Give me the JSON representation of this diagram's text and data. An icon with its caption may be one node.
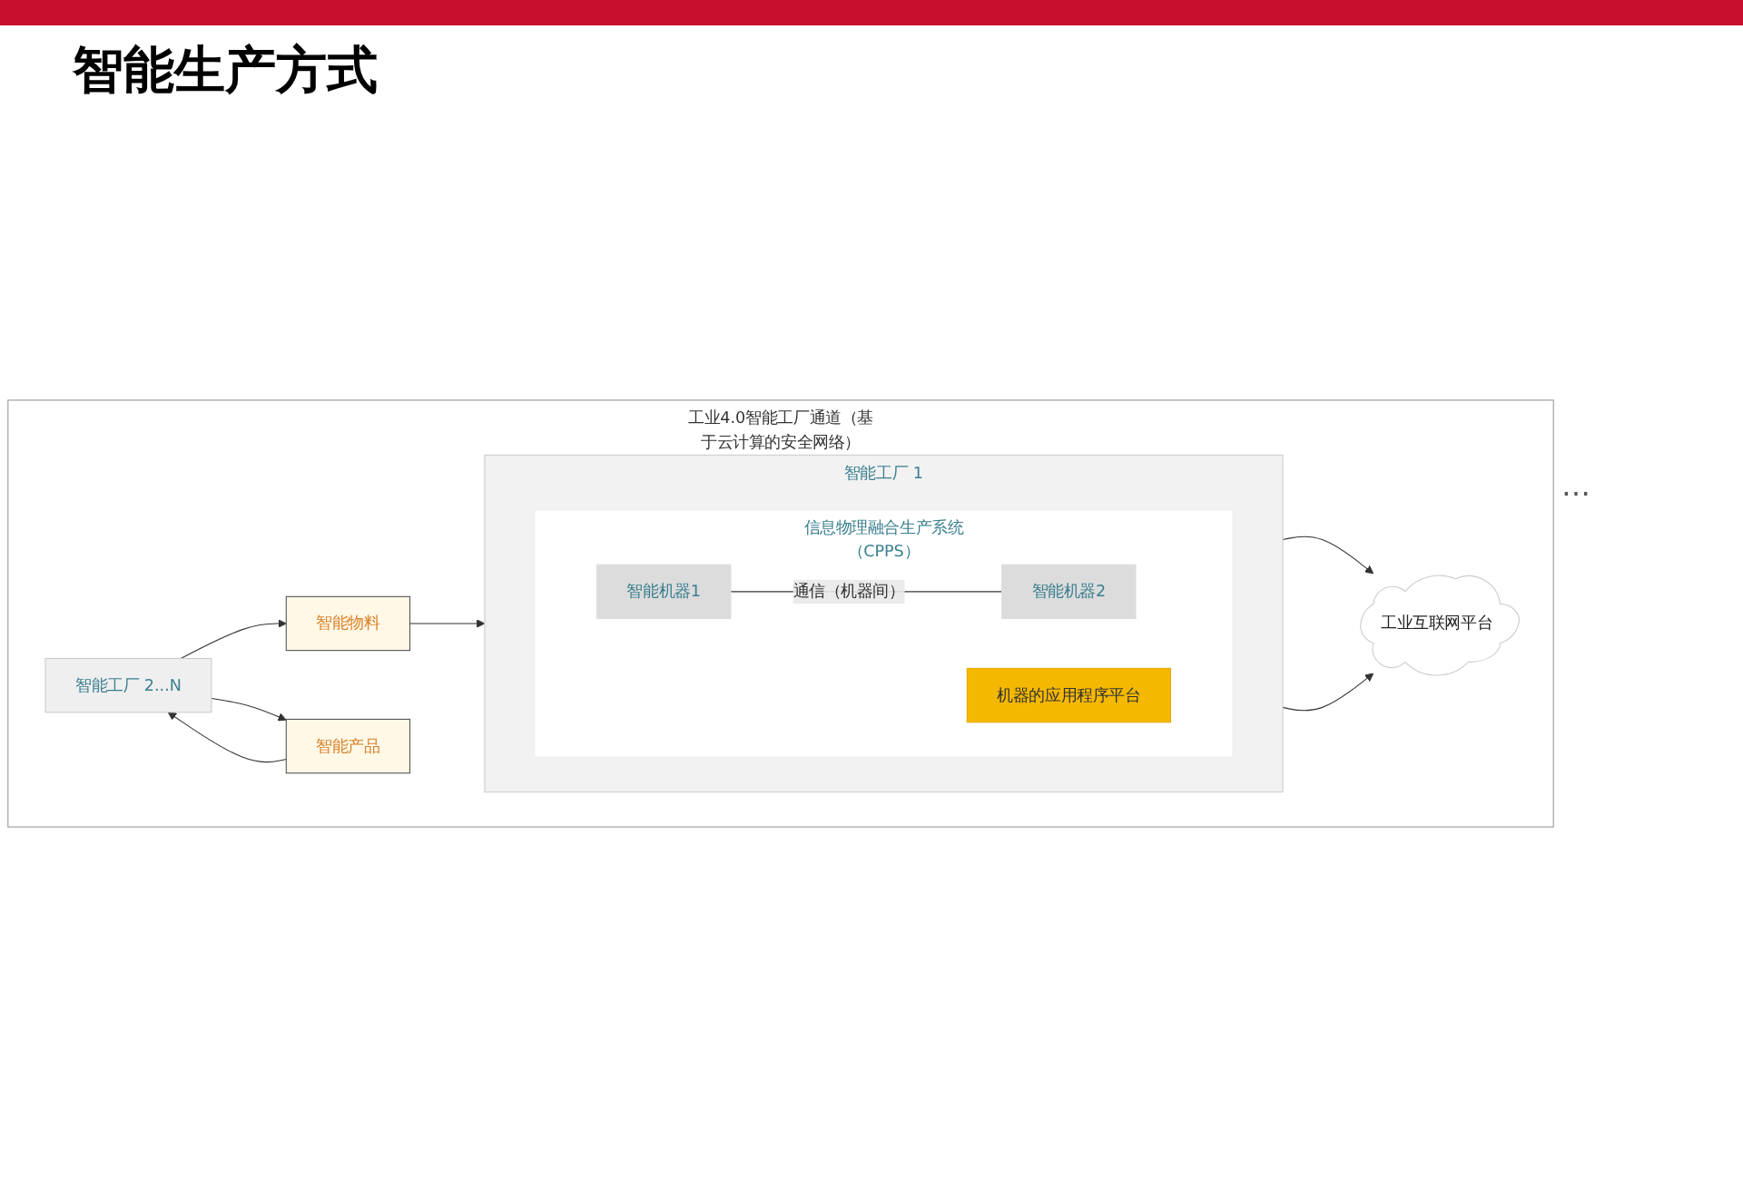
{
  "diagram": {
    "title": "智能生产方式",
    "nodes": [
      {
        "text": [
          "工业4.0智能工厂通道（基于云计算的安全网络）"
        ]
      },
      {
        "text": [
          "智能物料"
        ],
        "in": 0
      },
      {
        "text": [
          "智能工厂 2...N"
        ],
        "in": 0
      },
      {
        "text": [
          "智能工厂 1"
        ],
        "in": 0
      },
      {
        "text": [
          "信息物理融合生产系统（CPPS）"
        ],
        "in": 3
      },
      {
        "text": [
          "智能机器1"
        ],
        "in": 4
      },
      {
        "text": [
          "智能机器2"
        ],
        "in": 4
      },
      {
        "text": [
          "机器的应用程序平台"
        ],
        "in": 4
      },
      {
        "text": [
          "智能产品"
        ],
        "in": 0
      },
      {
        "text": [
          "工业互联网平台"
        ],
        "in": 0
      }
    ],
    "edges": [
      {
        "from": 2,
        "to": 1,
        "arrow": "to"
      },
      {
        "from": 1,
        "to": 3,
        "arrow": "to"
      },
      {
        "from": 5,
        "to": 6,
        "arrow": "none",
        "label": "通信（机器间）"
      },
      {
        "from": 2,
        "to": 8,
        "arrow": "to"
      },
      {
        "from": 8,
        "to": 2,
        "arrow": "to"
      },
      {
        "from": 3,
        "to": 9,
        "arrow": "to"
      },
      {
        "from": 3,
        "to": 9,
        "arrow": "to"
      }
    ],
    "labels": [
      "…"
    ]
  }
}
